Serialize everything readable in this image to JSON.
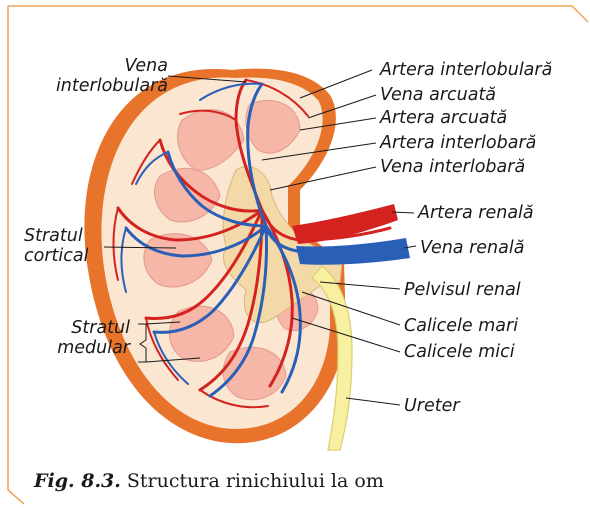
{
  "labels": {
    "vena_interlobulara": "Vena interlobulară",
    "artera_interlobulara": "Artera interlobulară",
    "vena_arcuata": "Vena arcuată",
    "artera_arcuata": "Artera arcuată",
    "artera_interlobara": "Artera interlobară",
    "vena_interlobara": "Vena interlobară",
    "artera_renala": "Artera renală",
    "vena_renala": "Vena renală",
    "stratul_cortical": "Stratul cortical",
    "pelvisul_renal": "Pelvisul renal",
    "stratul_medular": "Stratul medular",
    "calicele_mari": "Calicele mari",
    "calicele_mici": "Calicele mici",
    "ureter": "Ureter"
  },
  "caption": {
    "number": "Fig. 8.3.",
    "text": "Structura rinichiului la om"
  },
  "colors": {
    "frame": "#f0a35a",
    "capsule": "#e8742c",
    "cortex": "#fbe6d2",
    "pyramid": "#f6b6a8",
    "artery": "#d4231f",
    "vein": "#2a5fb8",
    "pelvis": "#f3d9a8",
    "ureter": "#f7f0a0"
  }
}
